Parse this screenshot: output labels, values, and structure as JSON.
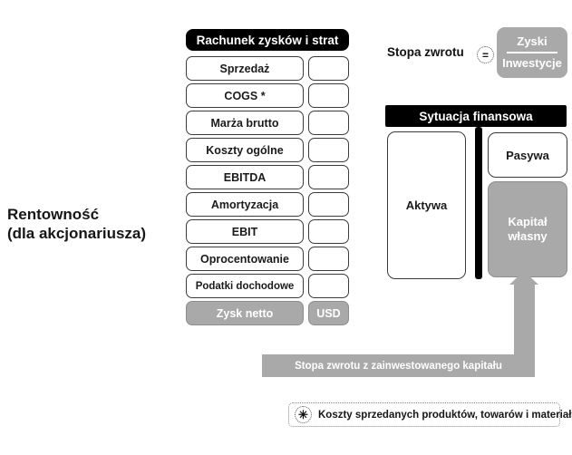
{
  "diagram": {
    "left_title": {
      "line1": "Rentowność",
      "line2": "(dla akcjonariusza)"
    },
    "income_statement": {
      "header": "Rachunek zysków i strat",
      "rows": [
        {
          "label": "Sprzedaż",
          "value": "",
          "style": "white"
        },
        {
          "label": "COGS *",
          "value": "",
          "style": "white"
        },
        {
          "label": "Marża brutto",
          "value": "",
          "style": "white"
        },
        {
          "label": "Koszty ogólne",
          "value": "",
          "style": "white"
        },
        {
          "label": "EBITDA",
          "value": "",
          "style": "white"
        },
        {
          "label": "Amortyzacja",
          "value": "",
          "style": "white"
        },
        {
          "label": "EBIT",
          "value": "",
          "style": "white"
        },
        {
          "label": "Oprocentowanie",
          "value": "",
          "style": "white"
        },
        {
          "label": "Podatki dochodowe",
          "value": "",
          "style": "white"
        },
        {
          "label": "Zysk netto",
          "value": "USD",
          "style": "gray"
        }
      ]
    },
    "rate_of_return": {
      "label": "Stopa zwrotu",
      "operator": "=",
      "numerator": "Zyski",
      "denominator": "Inwestycje"
    },
    "balance_sheet": {
      "header": "Sytuacja finansowa",
      "assets": "Aktywa",
      "liabilities": "Pasywa",
      "equity_line1": "Kapitał",
      "equity_line2": "własny"
    },
    "roic_arrow": {
      "label": "Stopa zwrotu z zainwestowanego kapitału"
    },
    "footnote": {
      "marker": "✳",
      "text": "Koszty sprzedanych produktów, towarów i materiałów"
    },
    "colors": {
      "black": "#000000",
      "gray": "#a9a9a9",
      "gray_border": "#8d8d8d",
      "white": "#ffffff",
      "text_dark": "#161616"
    }
  }
}
